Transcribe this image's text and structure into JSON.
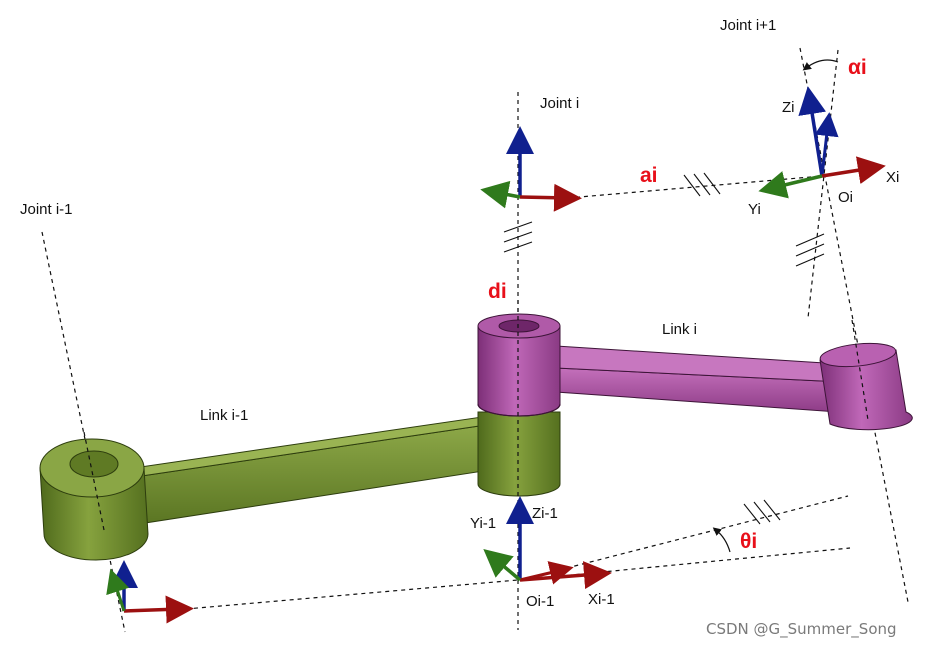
{
  "labels": {
    "joint_prev": "Joint i-1",
    "joint_i": "Joint i",
    "joint_next": "Joint i+1",
    "link_prev": "Link i-1",
    "link_i": "Link i",
    "zi": "Zi",
    "xi": "Xi",
    "yi": "Yi",
    "oi": "Oi",
    "zi_1": "Zi-1",
    "yi_1": "Yi-1",
    "xi_1": "Xi-1",
    "oi_1": "Oi-1"
  },
  "parameters": {
    "alpha": "αi",
    "a": "ai",
    "d": "di",
    "theta": "θi"
  },
  "colors": {
    "param_red": "#e8101a",
    "green_link": "#6f8a2c",
    "purple_link": "#a64a9e",
    "axis_blue": "#10208f",
    "axis_red": "#9c1010",
    "axis_green": "#2f7a1c"
  },
  "watermark": "CSDN @G_Summer_Song"
}
